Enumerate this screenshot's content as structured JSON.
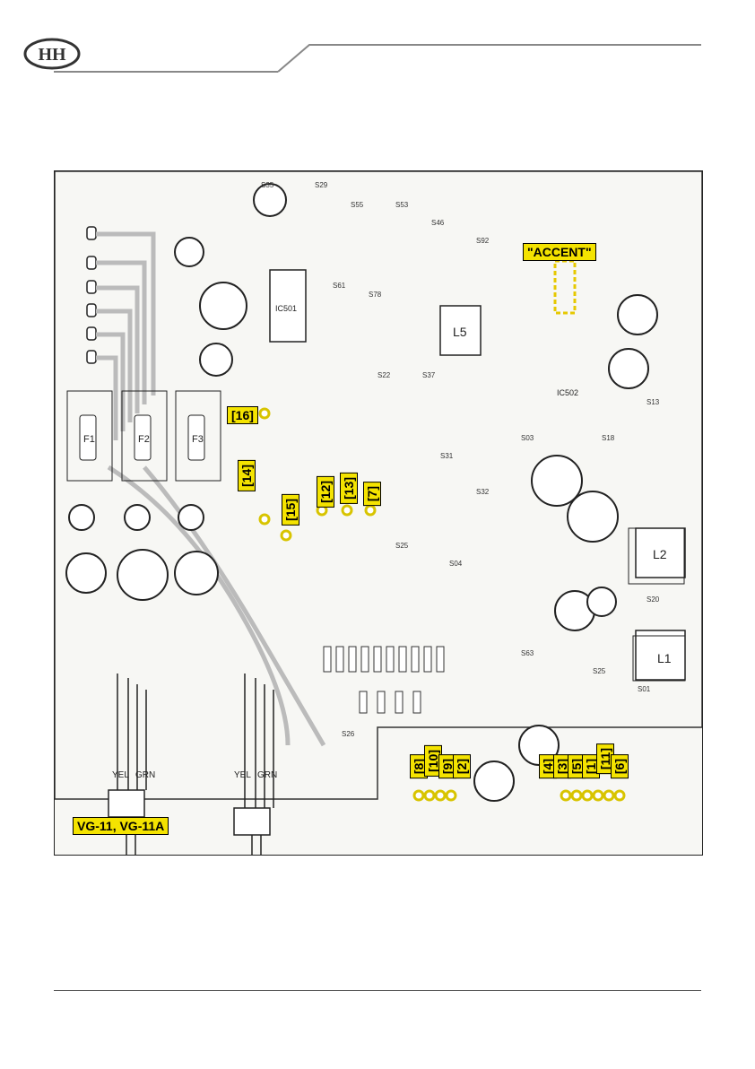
{
  "header": {
    "logo_icon": "hh-logo-icon"
  },
  "board": {
    "accent_label": "\"ACCENT\"",
    "model_label": "VG-11, VG-11A",
    "point_labels": [
      "[16]",
      "[14]",
      "[15]",
      "[12]",
      "[13]",
      "[7]",
      "[8]",
      "[10]",
      "[9]",
      "[2]",
      "[4]",
      "[3]",
      "[5]",
      "[1]",
      "[11]",
      "[6]"
    ],
    "fuse_labels": [
      "F1",
      "F2",
      "F3"
    ],
    "wire_labels": [
      "YEL",
      "GRN",
      "YEL",
      "GRN"
    ],
    "transformer_labels": [
      "L5",
      "L2",
      "L1"
    ],
    "ic_labels": [
      "IC501",
      "IC502"
    ]
  }
}
